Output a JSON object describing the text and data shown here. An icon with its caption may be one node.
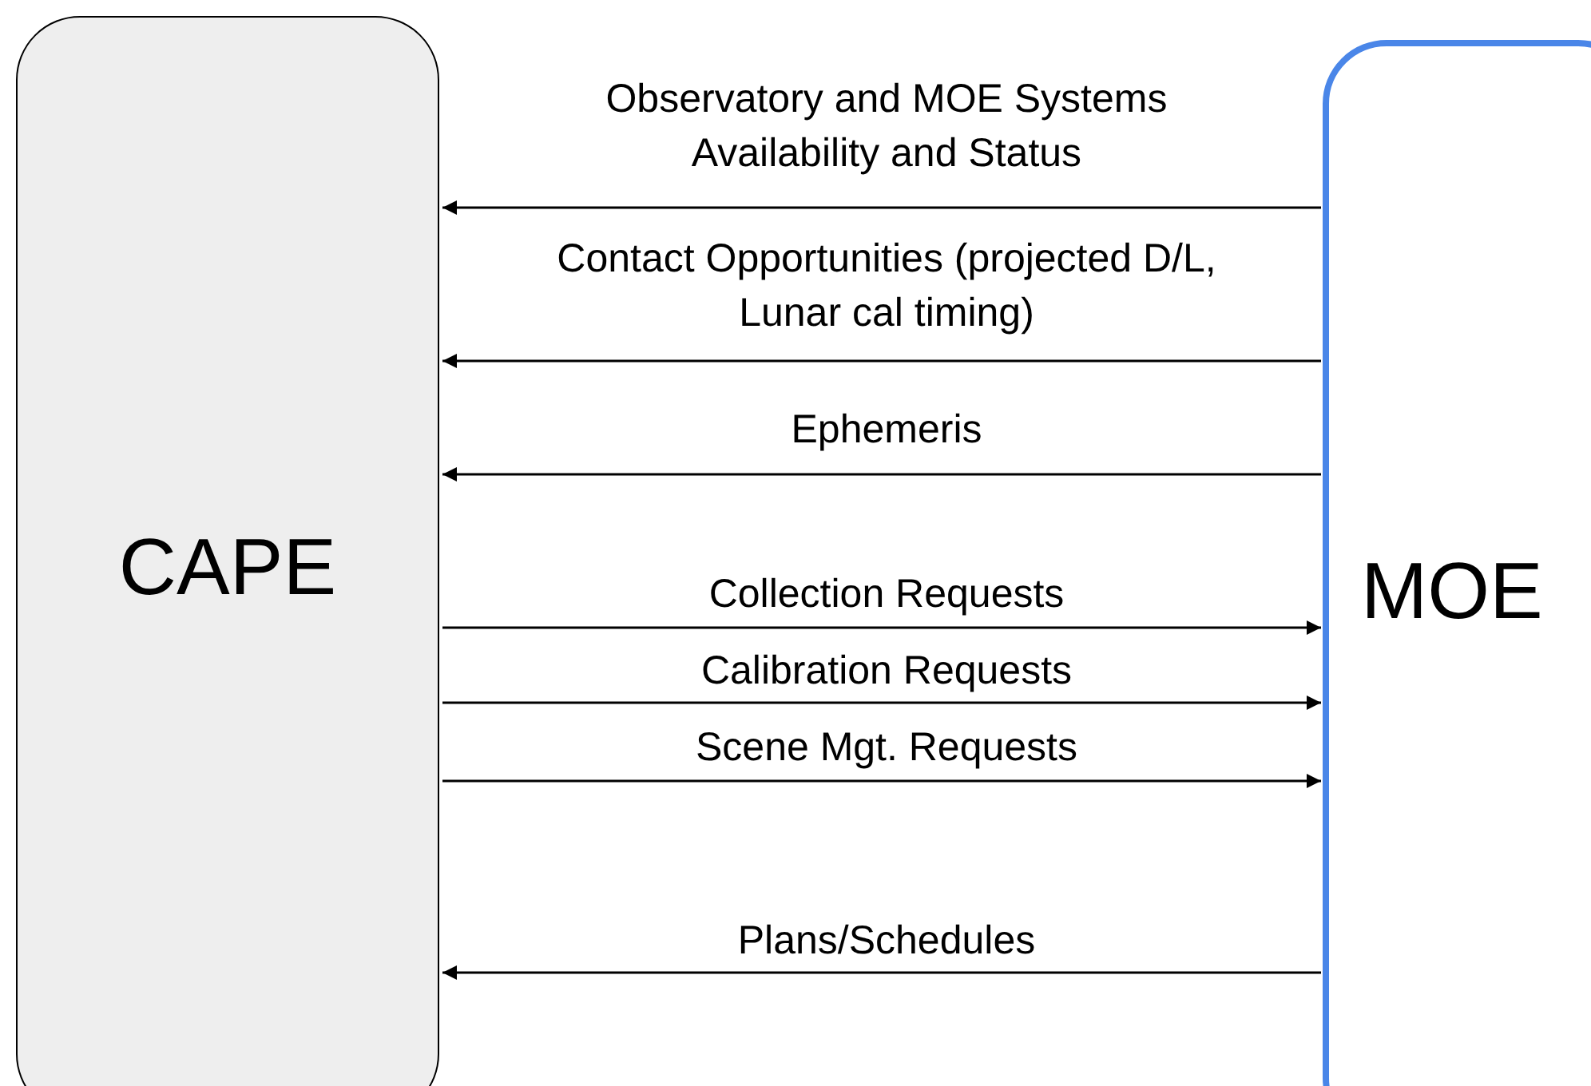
{
  "diagram": {
    "nodes": [
      {
        "text": [
          "CAPE"
        ]
      },
      {
        "text": [
          "MOE"
        ]
      }
    ],
    "edges": [
      {
        "from": 1,
        "to": 0,
        "arrow": "to",
        "label": "Observatory and MOE Systems Availability and Status"
      },
      {
        "from": 1,
        "to": 0,
        "arrow": "to",
        "label": "Contact Opportunities (projected D/L, Lunar cal timing)"
      },
      {
        "from": 1,
        "to": 0,
        "arrow": "to",
        "label": "Ephemeris"
      },
      {
        "from": 0,
        "to": 1,
        "arrow": "to",
        "label": "Collection Requests"
      },
      {
        "from": 0,
        "to": 1,
        "arrow": "to",
        "label": "Calibration Requests"
      },
      {
        "from": 0,
        "to": 1,
        "arrow": "to",
        "label": "Scene Mgt. Requests"
      },
      {
        "from": 1,
        "to": 0,
        "arrow": "to",
        "label": "Plans/Schedules"
      }
    ]
  }
}
